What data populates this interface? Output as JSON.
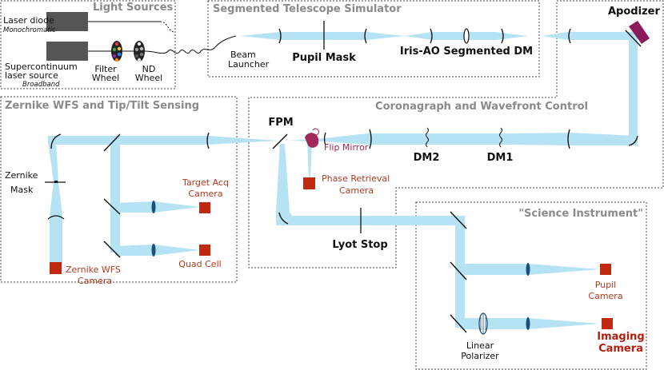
{
  "sections": {
    "light_sources": "Light Sources",
    "telescope": "Segmented Telescope Simulator",
    "zernike_section": "Zernike WFS and Tip/Tilt Sensing",
    "coronagraph": "Coronagraph and Wavefront Control",
    "science": "\"Science Instrument\""
  },
  "light": {
    "laser_diode": "Laser diode",
    "mono": "Monochromatic",
    "supercont_1": "Supercontinuum",
    "supercont_2": "laser source",
    "broadband": "Broadband",
    "filter_1": "Filter",
    "filter_2": "Wheel",
    "nd_1": "ND",
    "nd_2": "Wheel"
  },
  "telescope": {
    "beam_1": "Beam",
    "beam_2": "Launcher",
    "pupil_mask": "Pupil Mask",
    "iris_dm": "Iris-AO Segmented DM"
  },
  "coronagraph": {
    "apodizer": "Apodizer",
    "fpm": "FPM",
    "flip_mirror": "Flip Mirror",
    "dm2": "DM2",
    "dm1": "DM1",
    "phase_1": "Phase Retrieval",
    "phase_2": "Camera",
    "lyot_stop": "Lyot Stop"
  },
  "zernike": {
    "mask_1": "Zernike",
    "mask_2": "Mask",
    "wfs_1": "Zernike WFS",
    "wfs_2": "Camera",
    "target_1": "Target Acq",
    "target_2": "Camera",
    "quad": "Quad Cell"
  },
  "science": {
    "pupil_1": "Pupil",
    "pupil_2": "Camera",
    "imaging_1": "Imaging",
    "imaging_2": "Camera",
    "polarizer_1": "Linear",
    "polarizer_2": "Polarizer"
  },
  "colors": {
    "beam": "#b6e3f4",
    "camera": "#c0280f",
    "flip_mirror": "#a0285a",
    "apodizer": "#8b1a5a"
  }
}
